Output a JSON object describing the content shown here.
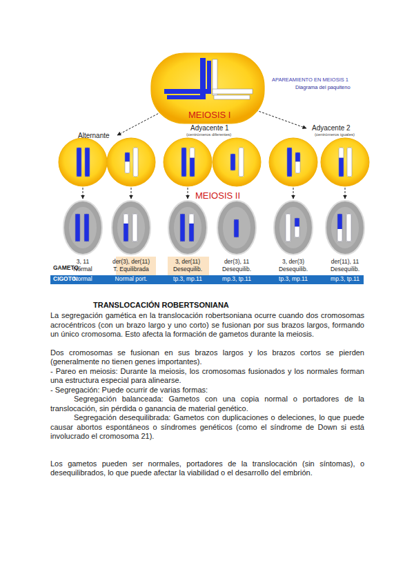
{
  "diagram": {
    "title": "TRANSLOCACIÓN ROBERTSONIANA",
    "nodes": [
      {
        "text": [
          "APAREAMIENTO EN MEIOSIS 1",
          "Diagrama del paquiteno"
        ]
      },
      {
        "text": [
          "3, 11",
          "Normal"
        ]
      },
      {
        "text": [
          "der(3), der(11)",
          "T. Equilibrada"
        ]
      },
      {
        "text": [
          "3, der(11)",
          "Desequilib."
        ]
      },
      {
        "text": [
          "der(3), 11",
          "Desequilib."
        ]
      },
      {
        "text": [
          "3, der(3)",
          "Desequilib."
        ]
      },
      {
        "text": [
          "der(11), 11",
          "Desequilib."
        ]
      }
    ],
    "labels": [
      "MEIOSIS I",
      "Alternante",
      "Adyacente 1",
      "(centrómeros diferentes)",
      "Adyacente 2",
      "(centrómeros iguales)",
      "MEIOSIS II",
      "GAMETO:",
      "CIGOTO:",
      "Normal",
      "Normal port.",
      "tp.3, mp.11",
      "mp.3, tp.11",
      "tp.3, mp.11",
      "mp.3, tp.11",
      "La segregación gamética en la translocación robertsoniana ocurre cuando dos cromosomas acrocéntricos (con un brazo largo y uno corto) se fusionan por sus brazos largos, formando un único cromosoma. Esto afecta la formación de gametos durante la meiosis.",
      "Dos cromosomas se fusionan en sus brazos largos y los brazos cortos se pierden (generalmente no tienen genes importantes).",
      "- Pareo en meiosis: Durante la meiosis, los cromosomas fusionados y los normales forman una estructura especial para alinearse.",
      "- Segregación: Puede ocurrir de varias formas:",
      "Segregación balanceada: Gametos con una copia normal o portadores de la translocación, sin pérdida o ganancia de material genético.",
      "Segregación desequilibrada: Gametos con duplicaciones o deleciones, lo que puede causar abortos espontáneos o síndromes genéticos (como el síndrome de Down si está involucrado el cromosoma 21).",
      "Los gametos pueden ser normales, portadores de la translocación (sin síntomas), o desequilibrados, lo que puede afectar la viabilidad o el desarrollo del embrión."
    ]
  }
}
